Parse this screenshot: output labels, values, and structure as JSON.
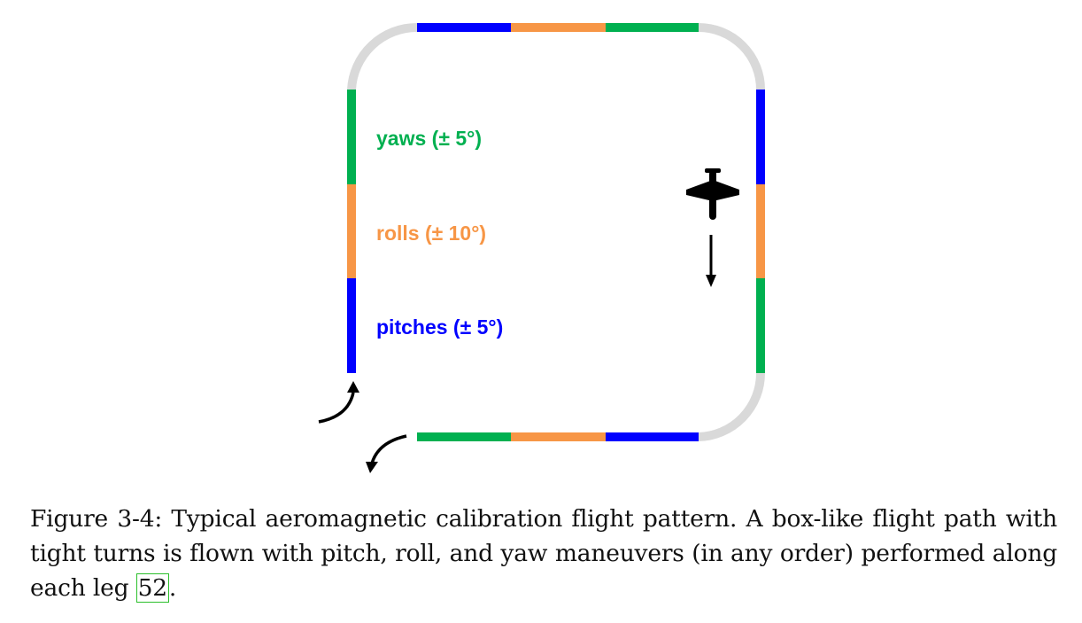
{
  "figure": {
    "colors": {
      "yaw": "#00b050",
      "roll": "#f79646",
      "pitch": "#0000ff",
      "turn": "#d9d9d9",
      "icon": "#000000"
    },
    "labels": {
      "yaws": "yaws (± 5°)",
      "rolls": "rolls (± 10°)",
      "pitches": "pitches (± 5°)"
    },
    "icons": [
      "airplane-icon",
      "down-arrow-icon",
      "curved-turn-arrow-icon"
    ]
  },
  "caption": {
    "text": "Figure 3-4: Typical aeromagnetic calibration flight pattern. A box-like flight path with tight turns is flown with pitch, roll, and yaw maneuvers (in any order) performed along each leg ",
    "citation": "52",
    "suffix": "."
  }
}
